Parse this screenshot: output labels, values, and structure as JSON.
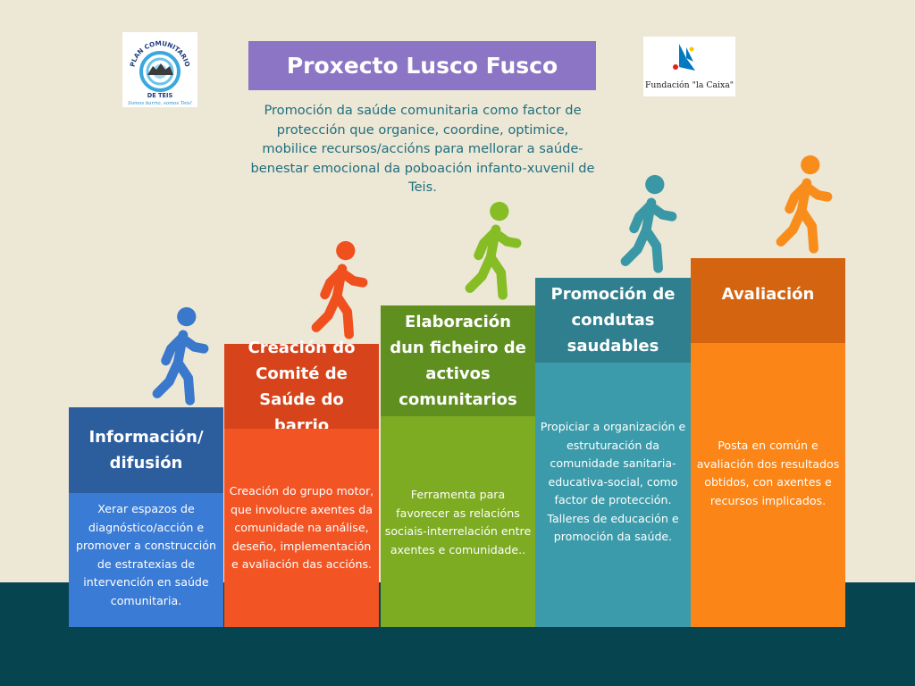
{
  "logos": {
    "left": {
      "text_top": "PLAN COMUNITARIO",
      "text_bottom": "DE TEIS",
      "tagline": "Somos barrio, somos Teis!"
    },
    "right": {
      "text": "Fundación \"la Caixa\""
    }
  },
  "title": "Proxecto Lusco Fusco",
  "intro": "Promoción da saúde comunitaria como factor de protección que organice, coordine, optimice, mobilice recursos/accións para mellorar a saúde-benestar emocional da poboación infanto-xuvenil de Teis.",
  "steps": [
    {
      "title": "Información/ difusión",
      "text": "Xerar espazos de diagnóstico/acción e promover a construcción de estratexias de intervención en saúde comunitaria.",
      "head_color": "#2c5e9e",
      "body_color": "#3a7bd5"
    },
    {
      "title": "Creación do Comité de Saúde do barrio",
      "text": "Creación do grupo motor, que involucre axentes da comunidade na análise, deseño, implementación e avaliación das accións.",
      "head_color": "#d7441b",
      "body_color": "#f25424"
    },
    {
      "title": "Elaboración dun ficheiro de activos comunitarios",
      "text": "Ferramenta para favorecer as relacións sociais-interrelación entre axentes e comunidade..",
      "head_color": "#5f8f1f",
      "body_color": "#7dab22"
    },
    {
      "title": "Promoción de condutas saudables",
      "text": "Propiciar a organización e estruturación da comunidade sanitaria-educativa-social, como factor de protección. Talleres de educación e promoción da saúde.",
      "head_color": "#2f7f8e",
      "body_color": "#3b9baa"
    },
    {
      "title": "Avaliación",
      "text": "Posta en común e avaliación dos resultados obtidos, con axentes e recursos implicados.",
      "head_color": "#d4640f",
      "body_color": "#fb8516"
    }
  ],
  "walker_colors": [
    "#3a78cc",
    "#f0501e",
    "#86bd24",
    "#3a97a6",
    "#f98d1c"
  ]
}
